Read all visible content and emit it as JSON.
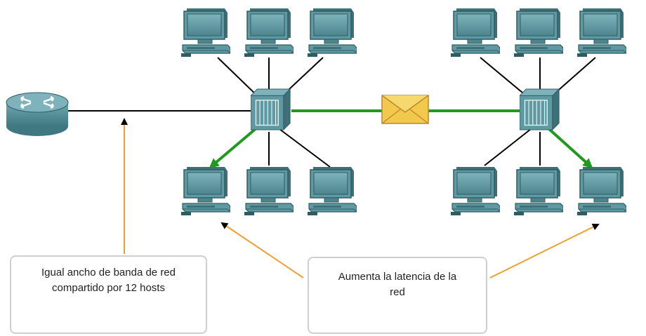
{
  "diagram": {
    "devices": {
      "router": "router-icon",
      "switch_left": "switch-icon",
      "switch_right": "switch-icon",
      "computer": "computer-icon",
      "message": "envelope-icon"
    },
    "colors": {
      "link": "#000000",
      "active_link": "#1f9a1f",
      "pointer": "#f0a030",
      "device_fill": "#5f9aa3",
      "envelope": "#f2c94c",
      "callout_border": "#cfcfcf"
    },
    "callouts": {
      "left": {
        "line1": "Igual ancho de banda de red",
        "line2": "compartido por 12 hosts"
      },
      "right": {
        "line1": "Aumenta la latencia de la",
        "line2": "red"
      }
    }
  }
}
